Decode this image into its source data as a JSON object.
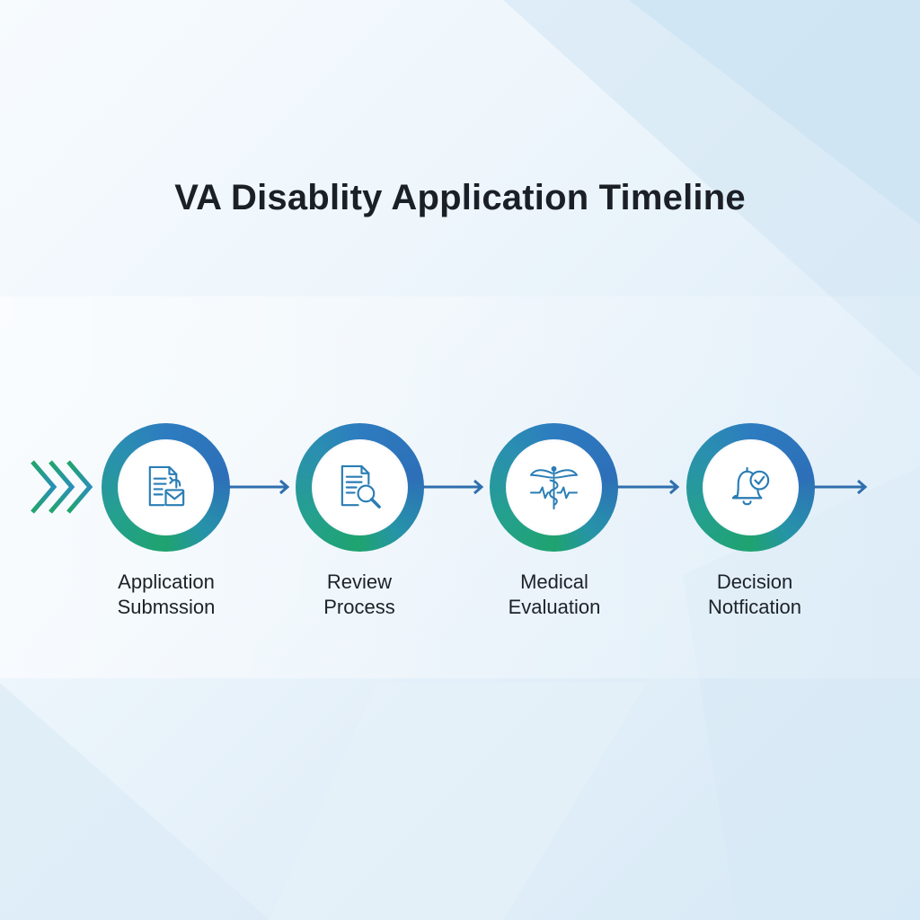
{
  "title": "VA Disablity Application Timeline",
  "colors": {
    "ring_green": "#1fa36f",
    "ring_blue": "#2d6fb8",
    "arrow": "#2f6fae",
    "icon": "#2a7db5",
    "text": "#1c2228"
  },
  "steps": [
    {
      "line1": "Application",
      "line2": "Submssion",
      "icon": "document-envelope-icon"
    },
    {
      "line1": "Review",
      "line2": "Process",
      "icon": "document-magnifier-icon"
    },
    {
      "line1": "Medical",
      "line2": "Evaluation",
      "icon": "caduceus-heartbeat-icon"
    },
    {
      "line1": "Decision",
      "line2": "Notfication",
      "icon": "bell-check-icon"
    }
  ]
}
